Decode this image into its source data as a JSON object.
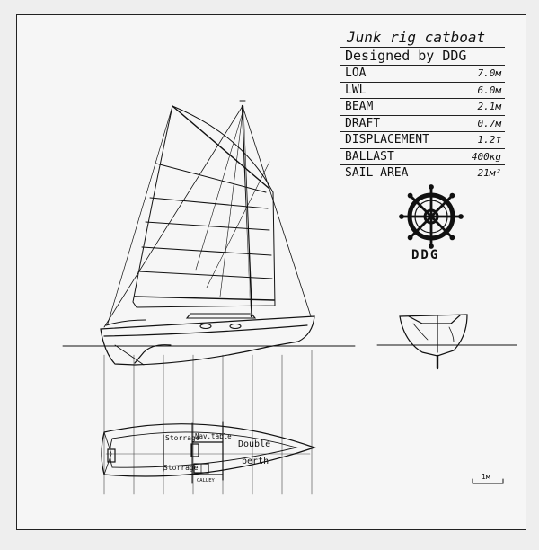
{
  "title_block": {
    "title": "Junk rig catboat",
    "designed": "Designed by DDG",
    "specs": [
      {
        "label": "LOA",
        "value": "7.0м"
      },
      {
        "label": "LWL",
        "value": "6.0м"
      },
      {
        "label": "BEAM",
        "value": "2.1м"
      },
      {
        "label": "DRAFT",
        "value": "0.7м"
      },
      {
        "label": "DISPLACEMENT",
        "value": "1.2т"
      },
      {
        "label": "BALLAST",
        "value": "400кg"
      },
      {
        "label": "SAIL AREA",
        "value": "21м²"
      }
    ]
  },
  "logo": {
    "icon": "ships-wheel-icon",
    "text": "DDG"
  },
  "plan": {
    "storage_top": "Storrage",
    "nav_table": "Nav.table",
    "storage_bottom": "Storrage",
    "galley": "GALLEY",
    "berth_line1": "Double",
    "berth_line2": "berth"
  },
  "scale": {
    "label": "1м"
  }
}
